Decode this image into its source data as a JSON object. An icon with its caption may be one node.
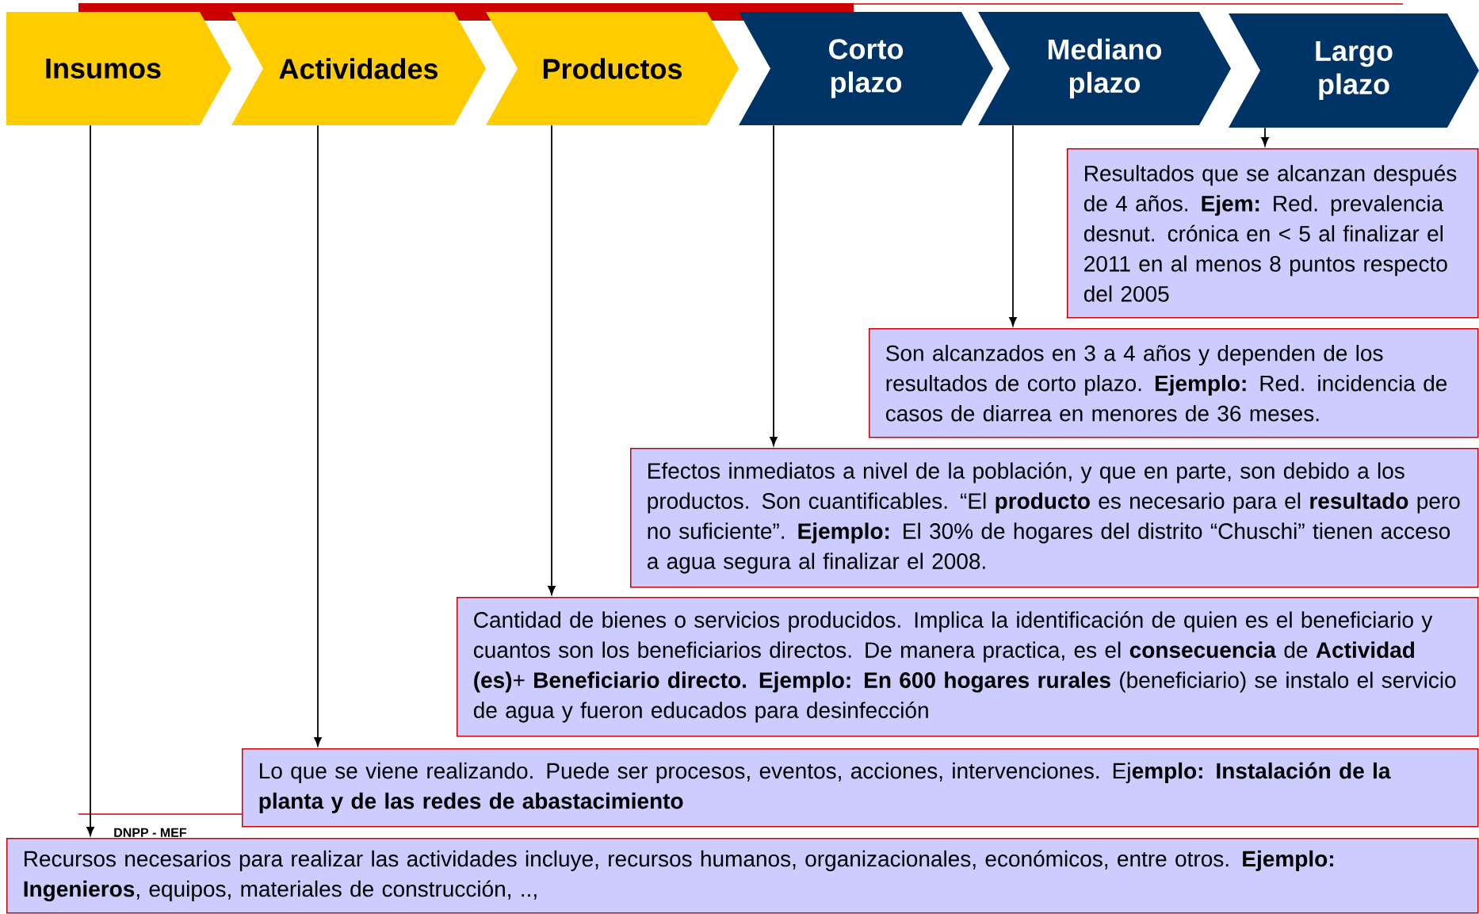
{
  "diagram": {
    "nodes": [
      {
        "text": [
          "Insumos"
        ]
      },
      {
        "text": [
          "Actividades"
        ]
      },
      {
        "text": [
          "Productos"
        ]
      },
      {
        "text": [
          "Corto plazo"
        ]
      },
      {
        "text": [
          "Mediano plazo"
        ]
      },
      {
        "text": [
          "Largo plazo"
        ]
      },
      {
        "text": [
          "Resultados que se alcanzan después de 4 años. **Ejem:** Red. prevalencia desnut. crónica en < 5 al finalizar el 2011 en al menos 8 puntos respecto del 2005"
        ]
      },
      {
        "text": [
          "Son alcanzados en 3 a 4 años y dependen de los resultados de corto plazo. **Ejemplo:** Red. incidencia de casos de diarrea en menores de 36 meses."
        ]
      },
      {
        "text": [
          "Efectos inmediatos a nivel de la población, y que en parte, son debido a los productos. Son cuantificables. “El **producto** es necesario para el **resultado** pero no suficiente”. **Ejemplo:** El 30% de hogares del distrito “Chuschi” tienen acceso a agua segura al finalizar el 2008."
        ]
      },
      {
        "text": [
          "Cantidad de bienes o servicios producidos. Implica la identificación de quien es el beneficiario y cuantos son los beneficiarios directos. De manera practica, es el **consecuencia** de **Actividad (es)**+ **Beneficiario directo. Ejemplo: En 600 hogares rurales** (beneficiario) se instalo el servicio de agua y fueron educados para desinfección"
        ]
      },
      {
        "text": [
          "Lo que se viene realizando. Puede ser procesos, eventos, acciones, intervenciones. Ej**emplo: Instalación de la planta y de las redes de abastacimiento**"
        ]
      },
      {
        "text": [
          "Recursos necesarios para realizar las actividades incluye, recursos humanos, organizacionales, económicos, entre otros. **Ejemplo: Ingenieros**, equipos, materiales de construcción, ..,"
        ]
      }
    ],
    "edges": [
      {
        "from": 0,
        "to": 11,
        "arrow": "to"
      },
      {
        "from": 1,
        "to": 10,
        "arrow": "to"
      },
      {
        "from": 2,
        "to": 9,
        "arrow": "to"
      },
      {
        "from": 3,
        "to": 8,
        "arrow": "to"
      },
      {
        "from": 4,
        "to": 7,
        "arrow": "to"
      },
      {
        "from": 5,
        "to": 6,
        "arrow": "to"
      }
    ],
    "labels": [
      "DNPP - MEF"
    ]
  }
}
